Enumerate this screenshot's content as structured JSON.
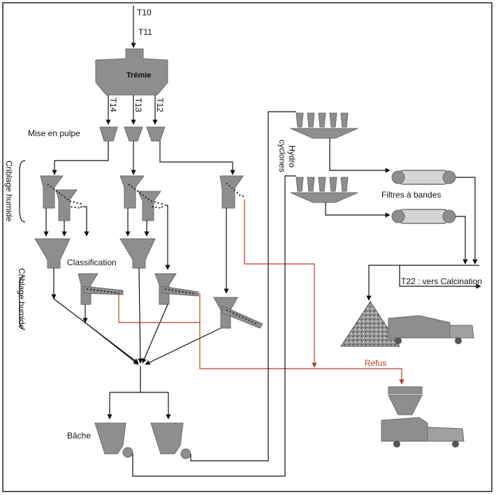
{
  "labels": {
    "t10": "T10",
    "t11": "T11",
    "tremie": "Trémie",
    "t14": "T14",
    "t13": "T13",
    "t12": "T12",
    "mise_en_pulpe": "Mise en pulpe",
    "criblage_humide_1": "Criblage humide",
    "criblage_humide_2": "Criblage humide",
    "classification": "Classification",
    "hydro": "Hydro",
    "cyclones": "cyclones",
    "filtres": "Filtres à bandes",
    "t22": "T22 : vers Calcination",
    "refus": "Refus",
    "bache": "Bâche"
  },
  "colors": {
    "equipment": "#8e8e8e",
    "lines": "#111111",
    "refus_lines": "#c0392b",
    "filter": "#d4d4d4"
  }
}
